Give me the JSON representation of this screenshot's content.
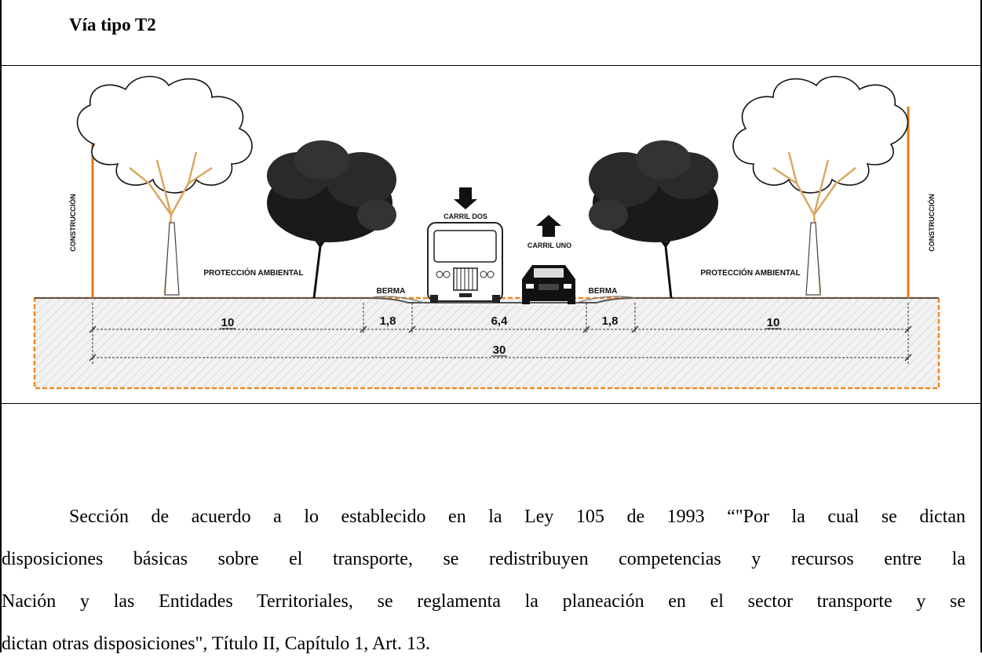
{
  "header": {
    "title": "Vía tipo T2"
  },
  "diagram": {
    "labels": {
      "construction_left": "CONSTRUCCIÓN",
      "construction_right": "CONSTRUCCIÓN",
      "protection_left": "PROTECCIÓN AMBIENTAL",
      "protection_right": "PROTECCIÓN AMBIENTAL",
      "berma_left": "BERMA",
      "berma_right": "BERMA",
      "carril_dos": "CARRIL DOS",
      "carril_uno": "CARRIL UNO"
    },
    "dimensions": {
      "left_zone": "10",
      "left_berma": "1,8",
      "lanes": "6,4",
      "right_berma": "1,8",
      "right_zone": "10",
      "total": "30"
    },
    "colors": {
      "construction_line": "#e07a1f",
      "ground_border": "#f08a24",
      "ground_fill": "#f2f2f2",
      "hatch": "#c8c8c8"
    }
  },
  "caption": {
    "lines": [
      "Sección de acuerdo a lo establecido en la Ley 105 de 1993 “\"Por la cual se dictan",
      "disposiciones básicas sobre el transporte, se redistribuyen competencias y recursos entre la",
      "Nación y las Entidades Territoriales, se reglamenta la planeación en el sector transporte y se",
      "dictan otras disposiciones\", Título II, Capítulo 1, Art. 13."
    ]
  }
}
